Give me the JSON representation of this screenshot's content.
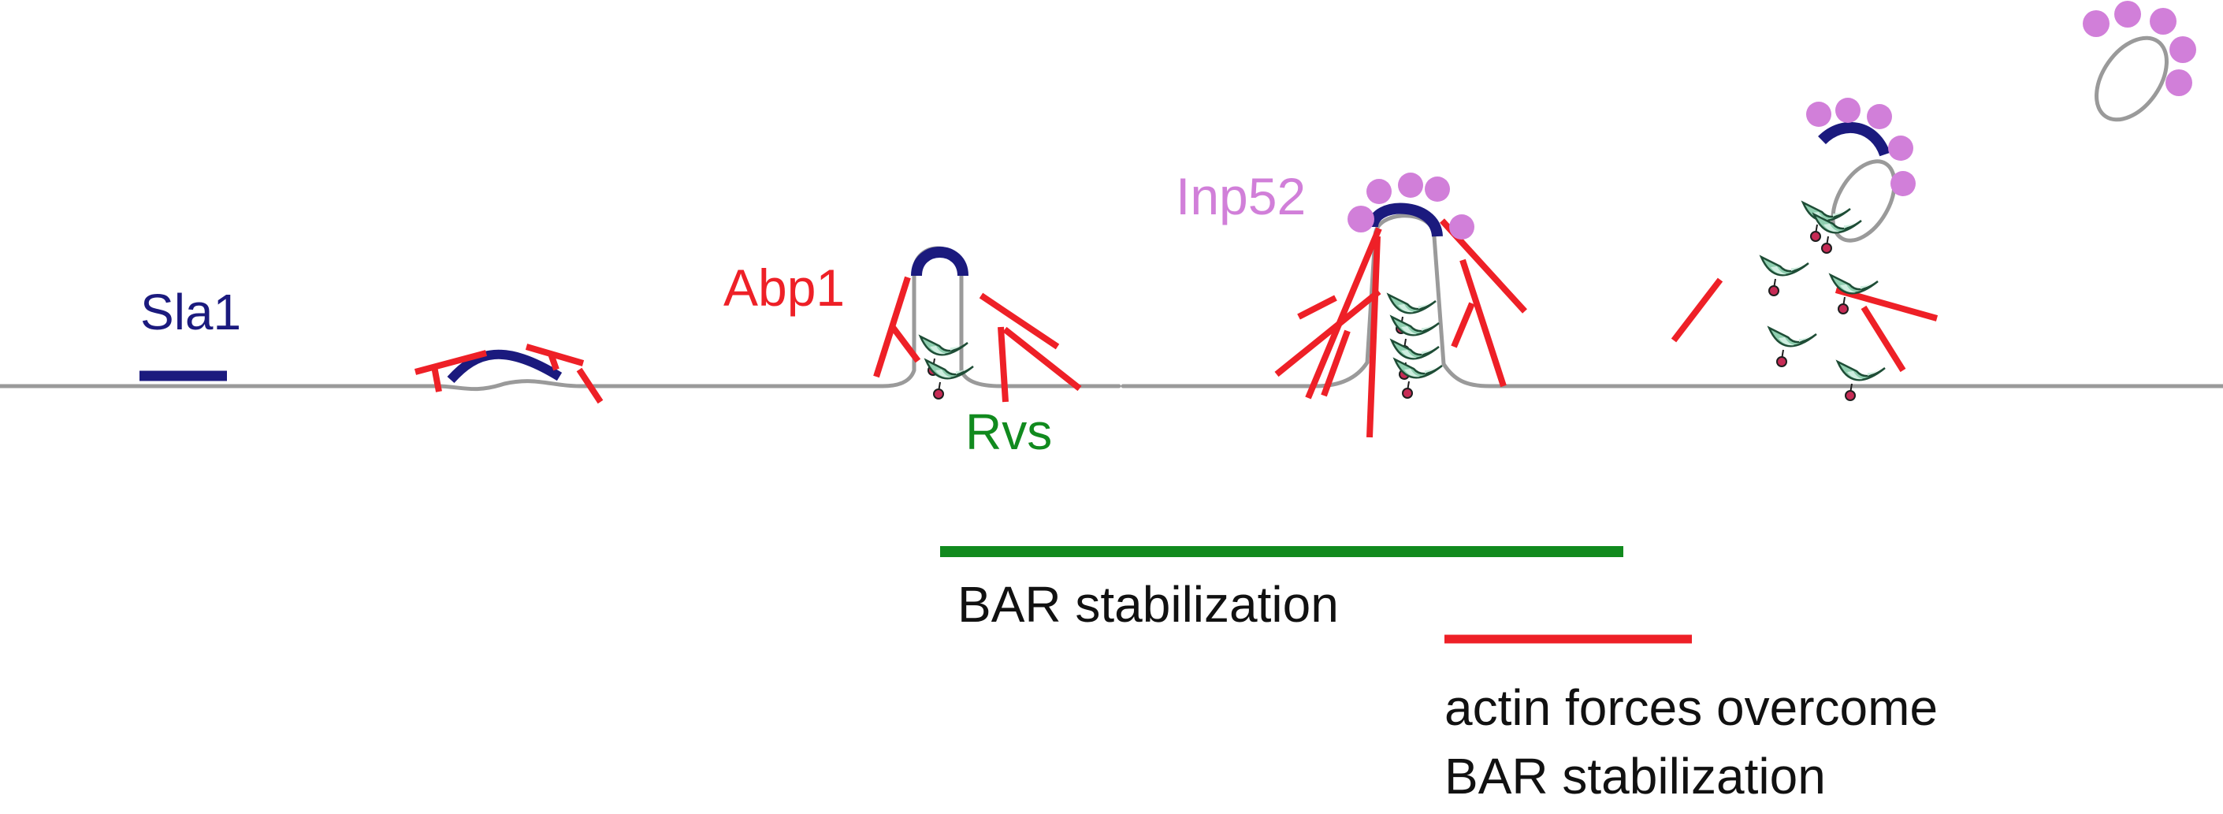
{
  "labels": {
    "sla1": "Sla1",
    "abp1": "Abp1",
    "rvs": "Rvs",
    "inp52": "Inp52"
  },
  "legend": {
    "bar_stabilization": "BAR stabilization",
    "actin_overcome_line1": "actin forces overcome",
    "actin_overcome_line2": "BAR stabilization"
  },
  "colors": {
    "membrane": "#9a9a9a",
    "sla1": "#1b1a7e",
    "actin": "#ee2027",
    "rvs": "#118a1e",
    "rvs_fill": "#8fcfb0",
    "rvs_fill_light": "#cfeee0",
    "inp52": "#d17fd9",
    "tag": "#c62b55",
    "text": "#111111"
  }
}
